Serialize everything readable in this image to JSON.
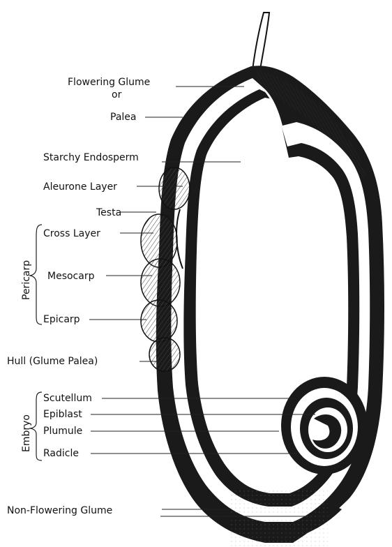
{
  "labels": {
    "flowering_glume": "Flowering Glume",
    "or": "or",
    "palea": "Palea",
    "starchy_endosperm": "Starchy Endosperm",
    "aleurone_layer": "Aleurone Layer",
    "testa": "Testa",
    "cross_layer": "Cross Layer",
    "mesocarp": "Mesocarp",
    "epicarp": "Epicarp",
    "hull": "Hull (Glume Palea)",
    "scutellum": "Scutellum",
    "epiblast": "Epiblast",
    "plumule": "Plumule",
    "radicle": "Radicle",
    "non_flowering_glume": "Non-Flowering Glume"
  },
  "groups": {
    "pericarp": "Pericarp",
    "embryo": "Embryo"
  },
  "colors": {
    "ink": "#111111",
    "hatch": "#555555",
    "paper": "#ffffff"
  }
}
